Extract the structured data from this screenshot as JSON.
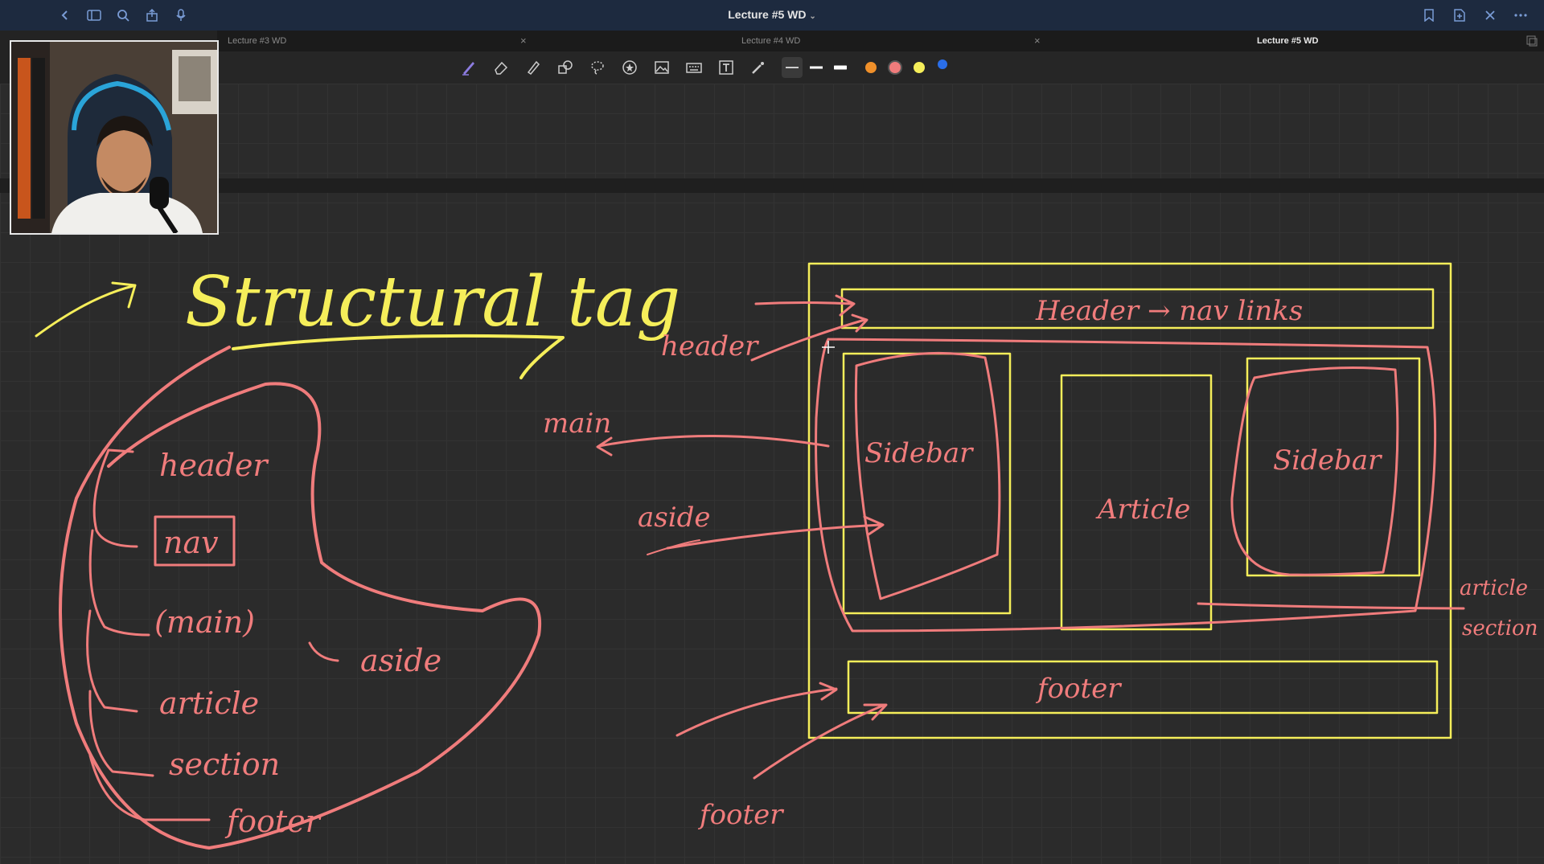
{
  "window": {
    "title": "Lecture #5 WD"
  },
  "tabs": [
    {
      "label": "Lecture #3 WD",
      "active": false
    },
    {
      "label": "Lecture #4 WD",
      "active": false
    },
    {
      "label": "Lecture #5 WD",
      "active": true
    }
  ],
  "tab_close_glyph": "×",
  "toolbar": {
    "tools": [
      "pen-icon",
      "eraser-icon",
      "highlighter-icon",
      "shapes-icon",
      "lasso-icon",
      "sticker-icon",
      "image-icon",
      "keyboard-icon",
      "text-icon",
      "laser-pointer-icon"
    ],
    "stroke_widths": [
      "thin",
      "medium",
      "thick"
    ],
    "colors": [
      "#f0902a",
      "#f07c7c",
      "#f5ee5a",
      "#2a6ee8"
    ]
  },
  "colors": {
    "ink_pink": "#f07c7c",
    "ink_yellow": "#f5ee5a",
    "titlebar": "#1d2a3f"
  },
  "notes": {
    "heading": "Structural tag",
    "tag_list": [
      "header",
      "nav",
      "(main)",
      "article",
      "section",
      "footer"
    ],
    "aside_label": "aside",
    "side_labels": {
      "header": "header",
      "main": "main",
      "aside": "aside",
      "footer": "footer",
      "article": "article",
      "section": "section"
    },
    "layout_boxes": {
      "header": "Header → nav links",
      "sidebar_left": "Sidebar",
      "article": "Article",
      "sidebar_right": "Sidebar",
      "footer": "footer"
    }
  }
}
